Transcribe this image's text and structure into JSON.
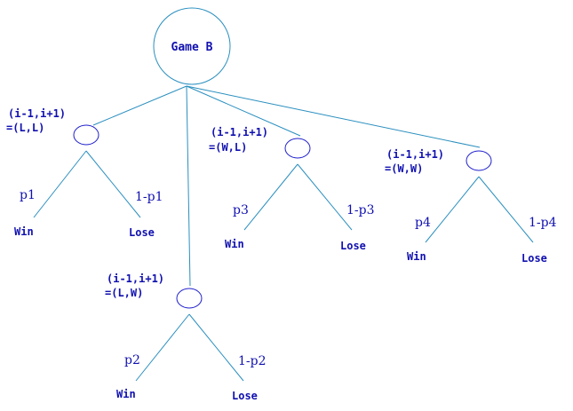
{
  "root": {
    "label": "Game B"
  },
  "branches": [
    {
      "id": "ll",
      "state_line1": "(i-1,i+1)",
      "state_line2": "=(L,L)",
      "p_win": "p1",
      "p_lose": "1-p1",
      "win": "Win",
      "lose": "Lose"
    },
    {
      "id": "lw",
      "state_line1": "(i-1,i+1)",
      "state_line2": "=(L,W)",
      "p_win": "p2",
      "p_lose": "1-p2",
      "win": "Win",
      "lose": "Lose"
    },
    {
      "id": "wl",
      "state_line1": "(i-1,i+1)",
      "state_line2": "=(W,L)",
      "p_win": "p3",
      "p_lose": "1-p3",
      "win": "Win",
      "lose": "Lose"
    },
    {
      "id": "ww",
      "state_line1": "(i-1,i+1)",
      "state_line2": "=(W,W)",
      "p_win": "p4",
      "p_lose": "1-p4",
      "win": "Win",
      "lose": "Lose"
    }
  ],
  "colors": {
    "edge": "#2a8fbf",
    "node": "#1f1fcc",
    "text": "#1010b0"
  }
}
